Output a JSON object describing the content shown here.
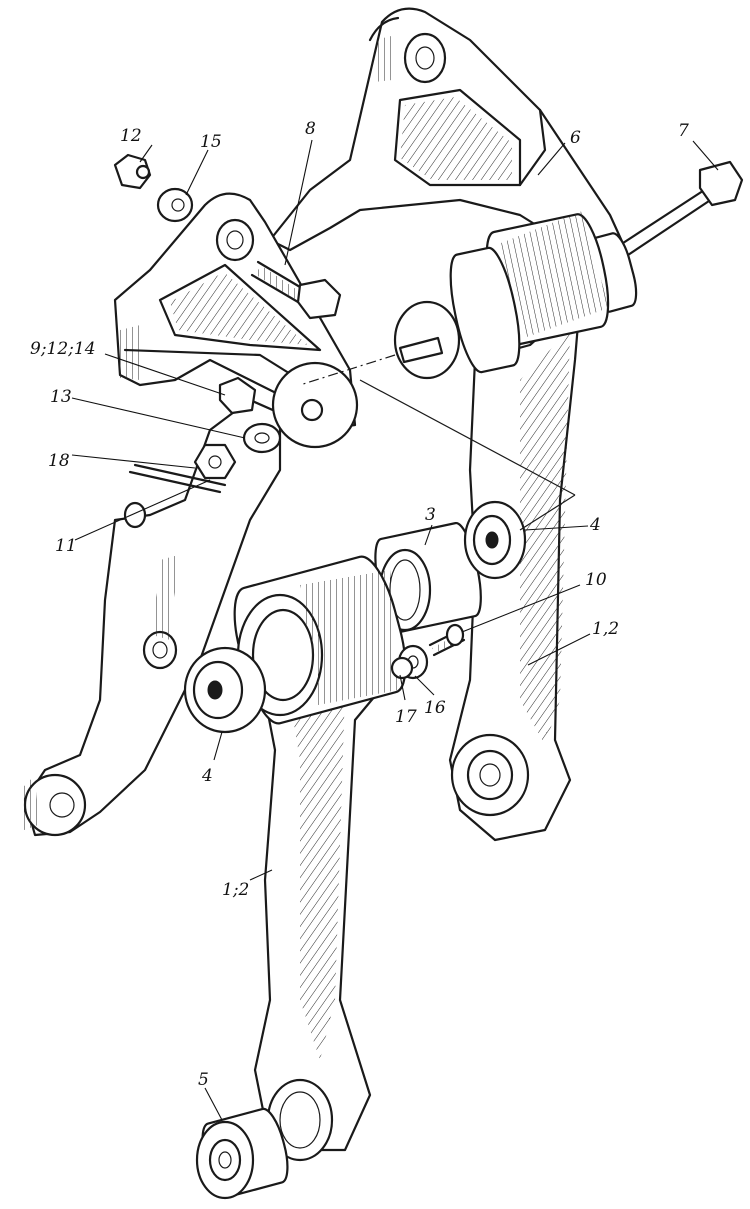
{
  "callouts": [
    {
      "id": "c12",
      "text": "12"
    },
    {
      "id": "c15",
      "text": "15"
    },
    {
      "id": "c8",
      "text": "8"
    },
    {
      "id": "c6",
      "text": "6"
    },
    {
      "id": "c7",
      "text": "7"
    },
    {
      "id": "c9-12-14",
      "text": "9;12;14"
    },
    {
      "id": "c13",
      "text": "13"
    },
    {
      "id": "c18",
      "text": "18"
    },
    {
      "id": "c11",
      "text": "11"
    },
    {
      "id": "c3",
      "text": "3"
    },
    {
      "id": "c4-right",
      "text": "4"
    },
    {
      "id": "c10",
      "text": "10"
    },
    {
      "id": "c1-2-right",
      "text": "1,2"
    },
    {
      "id": "c17",
      "text": "17"
    },
    {
      "id": "c16",
      "text": "16"
    },
    {
      "id": "c4-left",
      "text": "4"
    },
    {
      "id": "c1-2-left",
      "text": "1;2"
    },
    {
      "id": "c5",
      "text": "5"
    }
  ],
  "colors": {
    "ink": "#1a1a1a",
    "paper": "#ffffff"
  }
}
